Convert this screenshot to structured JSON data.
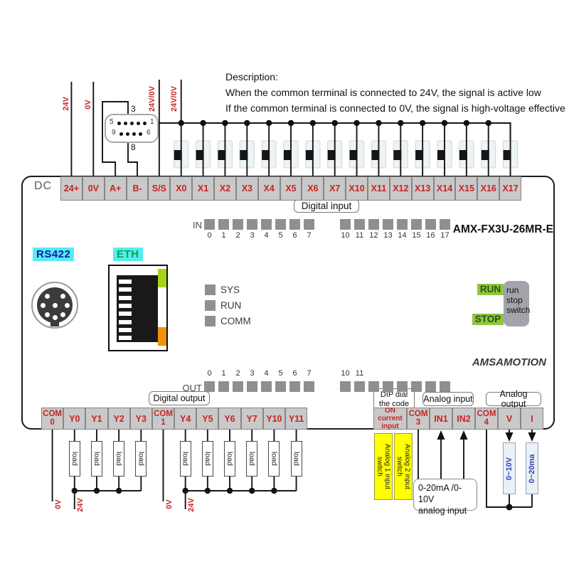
{
  "description": {
    "title": "Description:",
    "line1": "When the common terminal is connected to 24V, the signal is active low",
    "line2": "If the common terminal is connected to 0V, the signal is high-voltage effective"
  },
  "device": {
    "model": "AMX-FX3U-26MR-E",
    "brand": "AMSAMOTION",
    "dc_label": "DC"
  },
  "badges": {
    "digital_input": "Digital input",
    "digital_output": "Digital output",
    "dip_line1": "DIP dial",
    "dip_line2": "the code",
    "analog_input": "Analog input",
    "analog_output": "Analog output"
  },
  "top_terminals": [
    "24+",
    "0V",
    "A+",
    "B-",
    "S/S",
    "X0",
    "X1",
    "X2",
    "X3",
    "X4",
    "X5",
    "X6",
    "X7",
    "X10",
    "X11",
    "X12",
    "X13",
    "X14",
    "X15",
    "X16",
    "X17"
  ],
  "bottom_terminals": [
    [
      "COM",
      "0"
    ],
    [
      "Y0"
    ],
    [
      "Y1"
    ],
    [
      "Y2"
    ],
    [
      "Y3"
    ],
    [
      "COM",
      "1"
    ],
    [
      "Y4"
    ],
    [
      "Y5"
    ],
    [
      "Y6"
    ],
    [
      "Y7"
    ],
    [
      "Y10"
    ],
    [
      "Y11"
    ],
    [
      "ON current",
      "input"
    ],
    [
      "COM",
      "3"
    ],
    [
      "IN1"
    ],
    [
      "IN2"
    ],
    [
      "COM",
      "4"
    ],
    [
      "V"
    ],
    [
      "I"
    ]
  ],
  "leds": {
    "in_label": "IN",
    "out_label": "OUT",
    "in_numbers": [
      "0",
      "1",
      "2",
      "3",
      "4",
      "5",
      "6",
      "7",
      "10",
      "11",
      "12",
      "13",
      "14",
      "15",
      "16",
      "17"
    ],
    "out_numbers": [
      "0",
      "1",
      "2",
      "3",
      "4",
      "5",
      "6",
      "7",
      "10",
      "11",
      "",
      "",
      "",
      "",
      "",
      ""
    ],
    "status": [
      "SYS",
      "RUN",
      "COMM"
    ]
  },
  "ports": {
    "rs422": "RS422",
    "eth": "ETH"
  },
  "run_stop": {
    "run": "RUN",
    "stop": "STOP",
    "switch_line1": "run",
    "switch_line2": "stop",
    "switch_line3": "switch"
  },
  "db9": {
    "pin3": "3",
    "pin8": "8",
    "pin5": "5",
    "pin1": "1",
    "pin9": "9",
    "pin6": "6"
  },
  "wire_labels": {
    "v24_top": "24V",
    "v0_top": "0V",
    "common1": "24V/0V",
    "common2": "24V/0V",
    "out1_0v": "0V",
    "out1_24v": "24V",
    "out2_0v": "0V",
    "out2_24v": "24V"
  },
  "analog": {
    "switch1": "Analog 1 input switch",
    "switch2": "Analog 2 input switch",
    "note_line1": "0-20mA /0-10V",
    "note_line2": "analog input",
    "out_v": "0~10V",
    "out_i": "0~20ma"
  },
  "load_label": "load",
  "colors": {
    "terminal_text": "#c92323",
    "terminal_bg": "#c9c9c9",
    "cyan_tag": "#55eded",
    "rs422_text": "#1515b5",
    "eth_text": "#00a550",
    "green_button": "#8dc63f",
    "dip_yellow": "#ffff00",
    "led_gray": "#8f8f8f",
    "eth_led_green": "#a6d418",
    "eth_led_orange": "#f0920a",
    "analog_out_text": "#3344bb"
  }
}
